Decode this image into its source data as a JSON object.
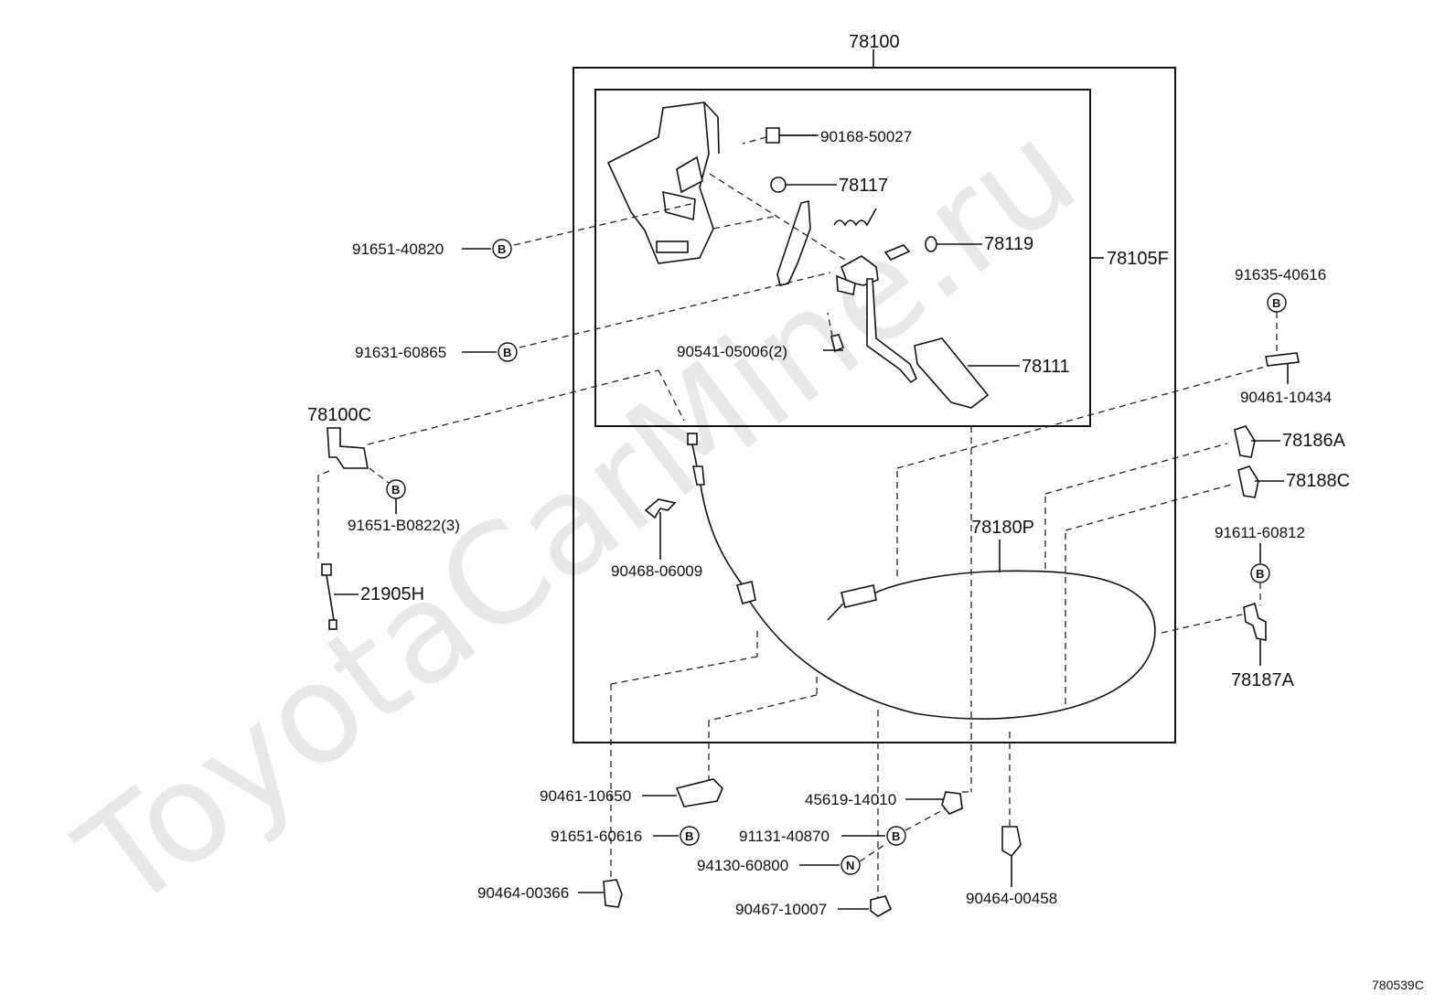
{
  "watermark": "ToyotaCarMine.ru",
  "diagram_code": "780539C",
  "assembly": {
    "outer": "78100",
    "inner": "78105F"
  },
  "parts": {
    "p90168_50027": "90168-50027",
    "p78117": "78117",
    "p78119": "78119",
    "p91651_40820": "91651-40820",
    "p91631_60865": "91631-60865",
    "p90541_05006": "90541-05006(2)",
    "p78111": "78111",
    "p78100C": "78100C",
    "p91651_B0822": "91651-B0822(3)",
    "p21905H": "21905H",
    "p90468_06009": "90468-06009",
    "p78180P": "78180P",
    "p91635_40616": "91635-40616",
    "p90461_10434": "90461-10434",
    "p78186A": "78186A",
    "p78188C": "78188C",
    "p91611_60812": "91611-60812",
    "p78187A": "78187A",
    "p90461_10650": "90461-10650",
    "p91651_60616": "91651-60616",
    "p90464_00366": "90464-00366",
    "p45619_14010": "45619-14010",
    "p91131_40870": "91131-40870",
    "p94130_60800": "94130-60800",
    "p90467_10007": "90467-10007",
    "p90464_00458": "90464-00458"
  },
  "markers": {
    "bolt": "B",
    "nut": "N"
  }
}
